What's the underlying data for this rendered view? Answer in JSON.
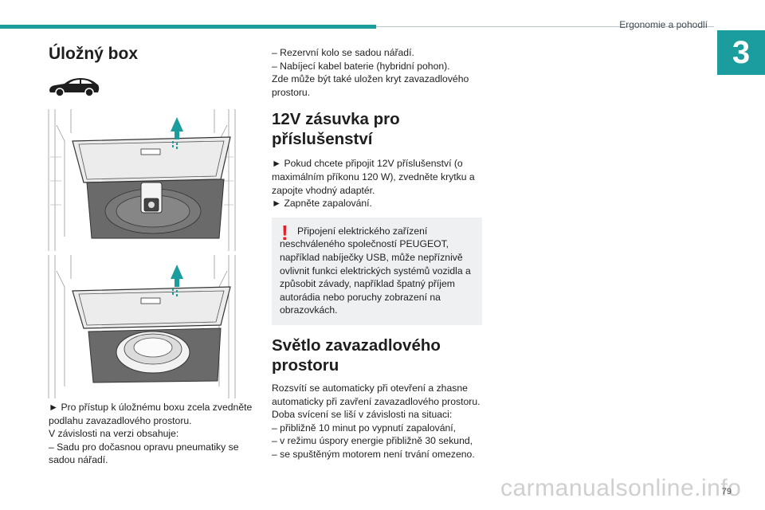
{
  "header": {
    "section": "Ergonomie a pohodlí",
    "chapter": "3"
  },
  "left": {
    "title": "Úložný box",
    "paragraphs": [
      "► Pro přístup k úložnému boxu zcela zvedněte podlahu zavazadlového prostoru.",
      "V závislosti na verzi obsahuje:",
      "– Sadu pro dočasnou opravu pneumatiky se sadou nářadí."
    ]
  },
  "right": {
    "intro": [
      "– Rezervní kolo se sadou nářadí.",
      "– Nabíjecí kabel baterie (hybridní pohon).",
      "Zde může být také uložen kryt zavazadlového prostoru."
    ],
    "socket": {
      "title": "12V zásuvka pro příslušenství",
      "paragraphs": [
        "► Pokud chcete připojit 12V příslušenství (o maximálním příkonu 120 W), zvedněte krytku a zapojte vhodný adaptér.",
        "► Zapněte zapalování."
      ],
      "warning": "Připojení elektrického zařízení neschváleného společností PEUGEOT, například nabíječky USB, může nepříznivě ovlivnit funkci elektrických systémů vozidla a způsobit závady, například špatný příjem autorádia nebo poruchy zobrazení na obrazovkách."
    },
    "light": {
      "title": "Světlo zavazadlového prostoru",
      "paragraphs": [
        "Rozsvítí se automaticky při otevření a zhasne automaticky při zavření zavazadlového prostoru.",
        "Doba svícení se liší v závislosti na situaci:",
        "– přibližně 10 minut po vypnutí zapalování,",
        "– v režimu úspory energie přibližně 30 sekund,",
        "– se spuštěným motorem není trvání omezeno."
      ]
    }
  },
  "footer": {
    "page": "79",
    "watermark": "carmanualsonline.info"
  },
  "colors": {
    "accent": "#1a9d9c",
    "warning": "#e3212a",
    "panel": "#eef0f2"
  },
  "icons": {
    "car": "car-silhouette-icon",
    "arrow": "lift-arrow-icon",
    "warning": "exclamation-icon"
  }
}
